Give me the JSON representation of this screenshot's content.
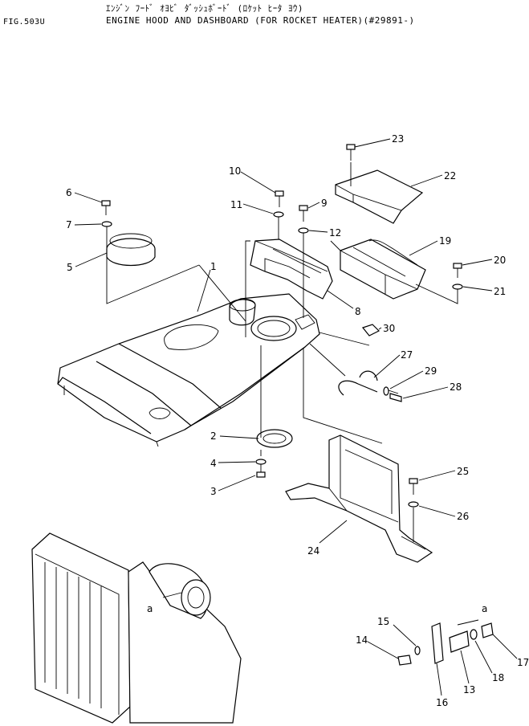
{
  "header": {
    "figure_id": "FIG.503U",
    "title_jp": "ｴﾝｼﾞﾝ ﾌｰﾄﾞ ｵﾖﾋﾞ ﾀﾞｯｼｭﾎﾞｰﾄﾞ (ﾛｹｯﾄ ﾋｰﾀ ﾖｳ)",
    "title_en": "ENGINE HOOD AND DASHBOARD (FOR ROCKET HEATER)(#29891-)"
  },
  "callouts": [
    "1",
    "2",
    "3",
    "4",
    "5",
    "6",
    "7",
    "8",
    "9",
    "10",
    "11",
    "12",
    "13",
    "14",
    "15",
    "16",
    "17",
    "18",
    "19",
    "20",
    "21",
    "22",
    "23",
    "24",
    "25",
    "26",
    "27",
    "28",
    "29",
    "30"
  ],
  "connector_labels": {
    "left": "a",
    "right": "a"
  }
}
